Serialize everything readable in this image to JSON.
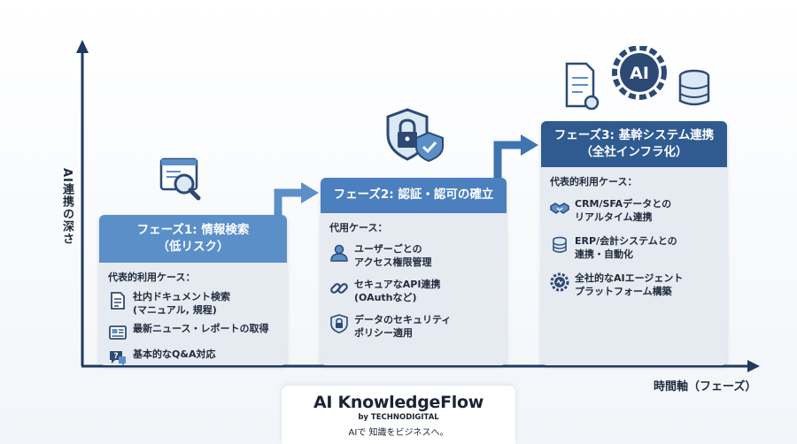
{
  "axes": {
    "y_label": "AI連携の深さ",
    "x_label": "時間軸（フェーズ）"
  },
  "phases": [
    {
      "title": "フェーズ1: 情報検索\n（低リスク）",
      "subtitle": "代表的利用ケース：",
      "items": [
        {
          "icon": "document-icon",
          "text": "社内ドキュメント検索\n(マニュアル, 規程)"
        },
        {
          "icon": "newspaper-icon",
          "text": "最新ニュース・レポートの取得"
        },
        {
          "icon": "qa-chat-icon",
          "text": "基本的なQ&A対応"
        }
      ],
      "decor_icon": "search-browser-icon"
    },
    {
      "title": "フェーズ2: 認証・認可の確立",
      "subtitle": "代用ケース：",
      "items": [
        {
          "icon": "user-icon",
          "text": "ユーザーごとの\nアクセス権限管理"
        },
        {
          "icon": "link-icon",
          "text": "セキュアなAPI連携\n(OAuthなど)"
        },
        {
          "icon": "lock-shield-icon",
          "text": "データのセキュリティ\nポリシー適用"
        }
      ],
      "decor_icon": "padlock-shield-icon"
    },
    {
      "title": "フェーズ3: 基幹システム連携\n（全社インフラ化）",
      "subtitle": "代表的利用ケース：",
      "items": [
        {
          "icon": "handshake-icon",
          "text": "CRM/SFAデータとの\nリアルタイム連携"
        },
        {
          "icon": "database-icon",
          "text": "ERP/会計システムとの\n連携・自動化"
        },
        {
          "icon": "ai-gear-icon",
          "text": "全社的なAIエージェント\nプラットフォーム構築"
        }
      ],
      "decor_icon": "ai-gear-document-database-icon",
      "decor_text": "AI"
    }
  ],
  "footer": {
    "brand": "AI KnowledgeFlow",
    "by": "by TECHNODIGITAL",
    "tagline": "AIで 知識をビジネスへ。"
  },
  "colors": {
    "axis": "#1f3a5f",
    "phase1_header": "#5b8fc8",
    "phase2_header": "#4b7fbd",
    "phase3_header": "#2f5b91",
    "card_body": "#e6ebf1",
    "icon_dark": "#2c4a73",
    "icon_light": "#5b8fc8"
  }
}
